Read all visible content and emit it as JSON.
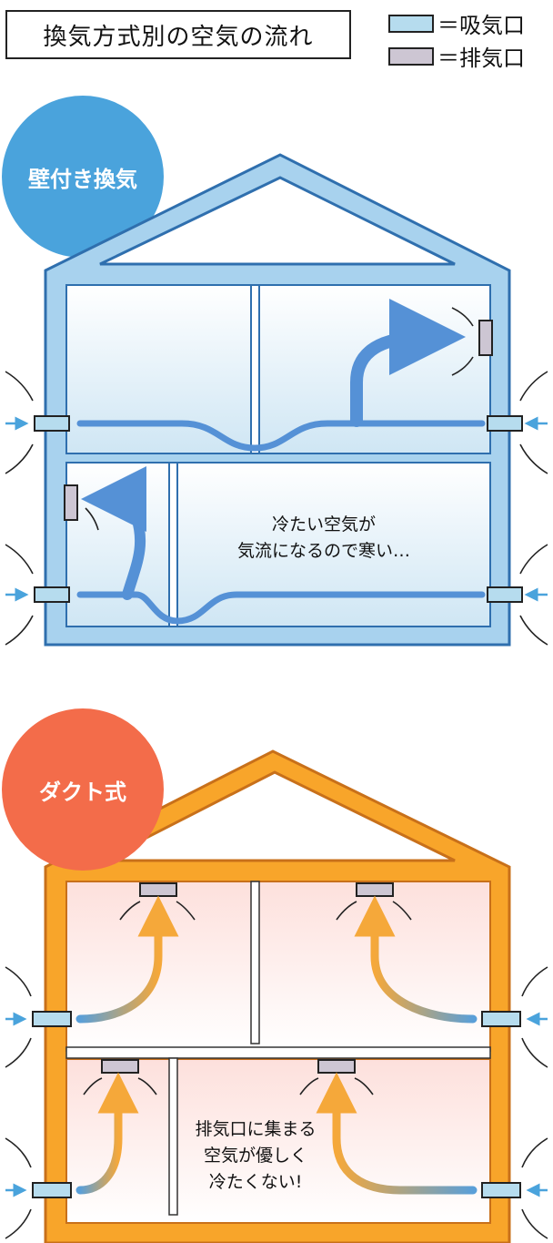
{
  "header": {
    "title": "換気方式別の空気の流れ"
  },
  "legend": {
    "intake_label": "＝吸気口",
    "exhaust_label": "＝排気口",
    "intake_color": "#b6dcee",
    "exhaust_color": "#cdc6d3"
  },
  "wall_section": {
    "badge": "壁付き換気",
    "badge_color": "#4aa3dc",
    "frame_color": "#a8d2ee",
    "frame_stroke": "#3a7fbf",
    "airflow_color": "#5591d6",
    "caption_lines": [
      "冷たい空気が",
      "気流になるので寒い…"
    ]
  },
  "duct_section": {
    "badge": "ダクト式",
    "badge_color": "#f36c4a",
    "frame_color": "#f8a52a",
    "frame_stroke": "#d4781a",
    "airflow_color": "#f5a83a",
    "caption_lines": [
      "排気口に集まる",
      "空気が優しく",
      "冷たくない!"
    ]
  }
}
